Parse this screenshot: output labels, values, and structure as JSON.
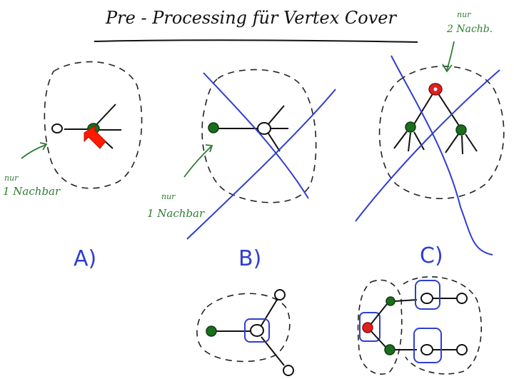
{
  "title": "Pre - Processing für Vertex Cover",
  "annotations": {
    "a_note_line1": "nur",
    "a_note_line2": "1 Nachbar",
    "b_note_line1": "nur",
    "b_note_line2": "1 Nachbar",
    "c_note_line1": "nur",
    "c_note_line2": "2 Nachb."
  },
  "case_labels": {
    "a": "A)",
    "b": "B)",
    "c": "C)"
  },
  "colors": {
    "ink": "#111111",
    "blue": "#2f3fcf",
    "green": "#2e7d32",
    "node_green": "#1b6e1e",
    "node_red": "#e02020",
    "arrow_red": "#ff1a00"
  }
}
